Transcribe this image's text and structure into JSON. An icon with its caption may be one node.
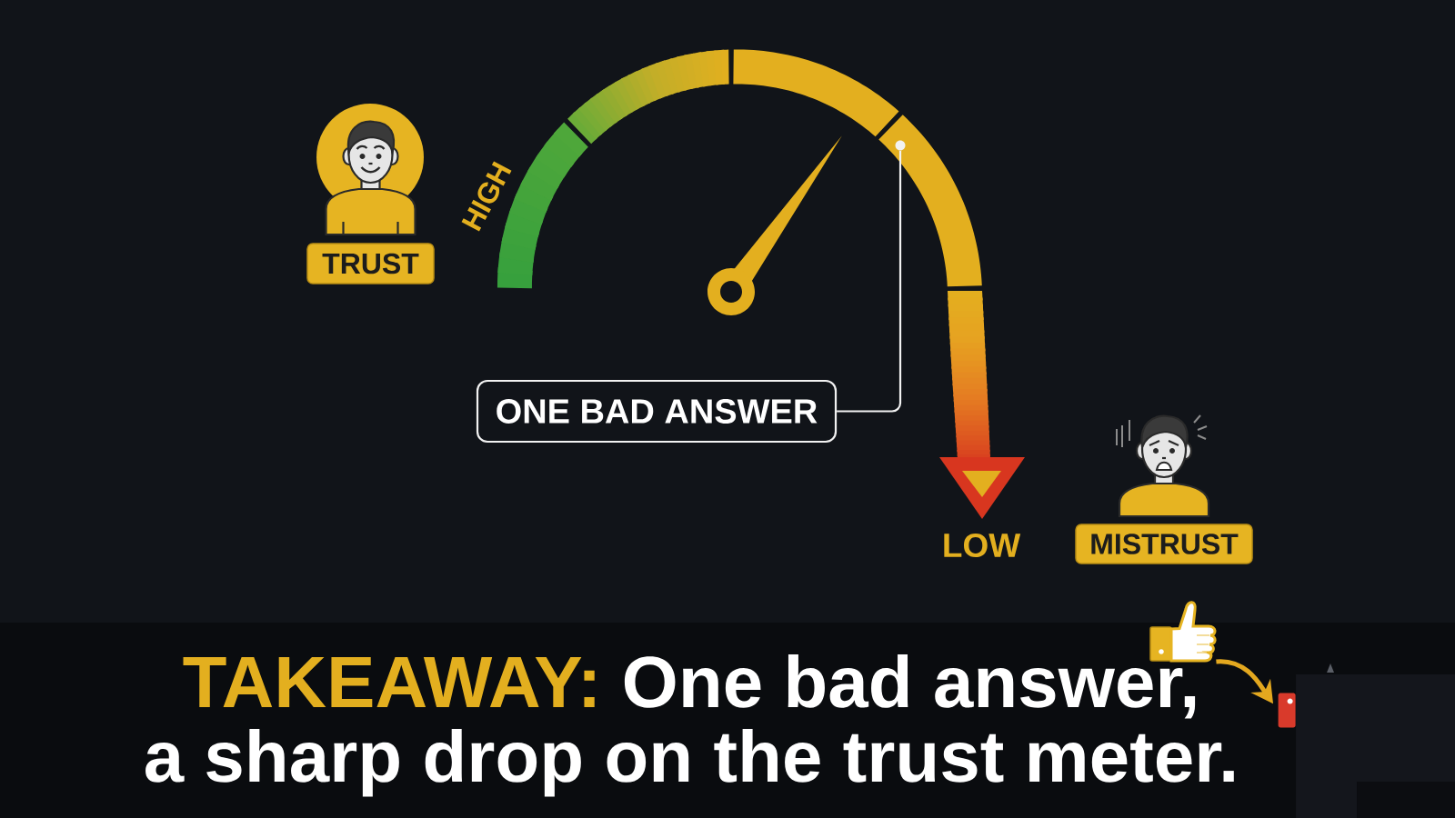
{
  "diagram": {
    "nodes": [
      {
        "text": [
          "TRUST"
        ]
      },
      {
        "text": [],
        "shape": "circle"
      },
      {
        "text": [
          "ONE BAD ANSWER"
        ]
      },
      {
        "text": [
          "MISTRUST"
        ]
      },
      {
        "text": [],
        "shape": "picture"
      },
      {
        "text": [
          "TAKEAWAY:",
          "One bad answer, a sharp drop on the trust meter."
        ]
      },
      {
        "text": [],
        "shape": "box",
        "in": 5
      }
    ],
    "edges": [
      {
        "from": 2,
        "to": 1,
        "arrow": "none"
      },
      {
        "from": 4,
        "to": 6,
        "arrow": "to",
        "style": "thick",
        "color": "#e3a81f"
      }
    ],
    "labels": [
      "HIGH",
      "LOW"
    ]
  }
}
